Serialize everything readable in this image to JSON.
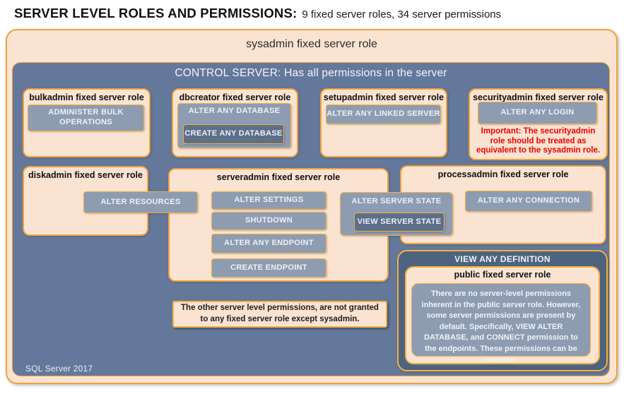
{
  "header": {
    "title": "SERVER LEVEL ROLES AND PERMISSIONS:",
    "subtitle": "9 fixed server roles, 34 server permissions"
  },
  "sysadmin": {
    "title": "sysadmin fixed server role"
  },
  "control_server": {
    "title": "CONTROL SERVER: Has all permissions in the server"
  },
  "roles": {
    "bulkadmin": {
      "title": "bulkadmin fixed server role",
      "perm": "ADMINISTER BULK OPERATIONS"
    },
    "dbcreator": {
      "title": "dbcreator fixed server role",
      "perm_outer": "ALTER ANY DATABASE",
      "perm_nested": "CREATE ANY DATABASE"
    },
    "setupadmin": {
      "title": "setupadmin fixed server role",
      "perm": "ALTER ANY LINKED SERVER"
    },
    "securityadmin": {
      "title": "securityadmin fixed server role",
      "perm": "ALTER ANY LOGIN",
      "note": "Important: The securityadmin role should be treated as equivalent to the sysadmin role."
    },
    "diskadmin": {
      "title": "diskadmin fixed server role",
      "perm": "ALTER RESOURCES"
    },
    "serveradmin": {
      "title": "serveradmin fixed server role",
      "perms": [
        "ALTER SETTINGS",
        "SHUTDOWN",
        "ALTER ANY ENDPOINT",
        "CREATE ENDPOINT"
      ],
      "shared_perm": "ALTER SERVER STATE",
      "shared_nested": "VIEW SERVER STATE"
    },
    "processadmin": {
      "title": "processadmin fixed server role",
      "perm": "ALTER ANY CONNECTION"
    }
  },
  "public_role": {
    "header_perm": "VIEW ANY DEFINITION",
    "title": "public fixed server role",
    "description": "There are no server-level permissions inherent in the public server role. However, some server permissions are present by default. Specifically, VIEW ALTER DATABASE, and CONNECT permission to the endpoints. These permissions can be revoked."
  },
  "notes": {
    "other_permissions": "The other server level permissions, are not granted to any fixed server role except sysadmin."
  },
  "footer": {
    "label": "SQL Server 2017"
  },
  "colors": {
    "peach": "#FAE3D1",
    "gold_border": "#EFA23C",
    "gold_bright": "#F2B23E",
    "control_blue": "#64789B",
    "panel_dark": "#4D6380",
    "perm_fill": "#8E9CB1",
    "perm_dark_fill": "#5D6F89",
    "important_red": "#EE0000"
  }
}
